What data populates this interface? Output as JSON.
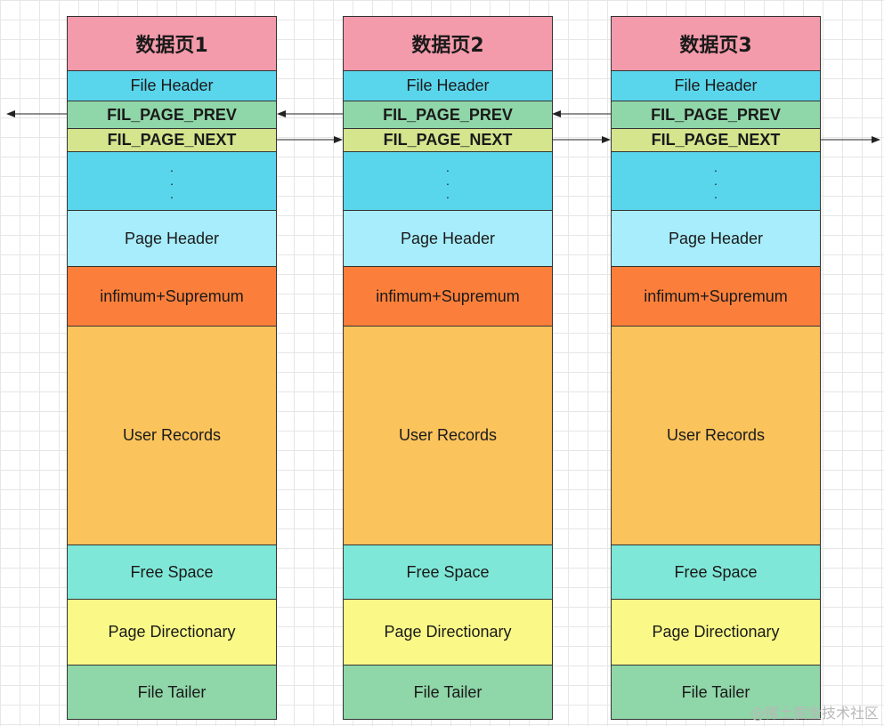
{
  "pages": [
    {
      "title": "数据页1",
      "file_header": "File Header",
      "fil_page_prev": "FIL_PAGE_PREV",
      "fil_page_next": "FIL_PAGE_NEXT",
      "dots": ".",
      "page_header": "Page Header",
      "infimum_supremum": "infimum+Supremum",
      "user_records": "User Records",
      "free_space": "Free Space",
      "page_directory": "Page Directionary",
      "file_tailer": "File Tailer"
    },
    {
      "title": "数据页2",
      "file_header": "File Header",
      "fil_page_prev": "FIL_PAGE_PREV",
      "fil_page_next": "FIL_PAGE_NEXT",
      "dots": ".",
      "page_header": "Page Header",
      "infimum_supremum": "infimum+Supremum",
      "user_records": "User Records",
      "free_space": "Free Space",
      "page_directory": "Page Directionary",
      "file_tailer": "File Tailer"
    },
    {
      "title": "数据页3",
      "file_header": "File Header",
      "fil_page_prev": "FIL_PAGE_PREV",
      "fil_page_next": "FIL_PAGE_NEXT",
      "dots": ".",
      "page_header": "Page Header",
      "infimum_supremum": "infimum+Supremum",
      "user_records": "User Records",
      "free_space": "Free Space",
      "page_directory": "Page Directionary",
      "file_tailer": "File Tailer"
    }
  ],
  "watermark": "@稀土掘金技术社区",
  "colors": {
    "title": "#f49bab",
    "file_header": "#5ad6ec",
    "fil_page_prev": "#8fd6a8",
    "fil_page_next": "#d4e58e",
    "page_header": "#a7edfb",
    "infimum_supremum": "#fb7f3a",
    "user_records": "#fbc35c",
    "free_space": "#7fe7d7",
    "page_directory": "#faf987",
    "file_tailer": "#8fd6a8"
  }
}
